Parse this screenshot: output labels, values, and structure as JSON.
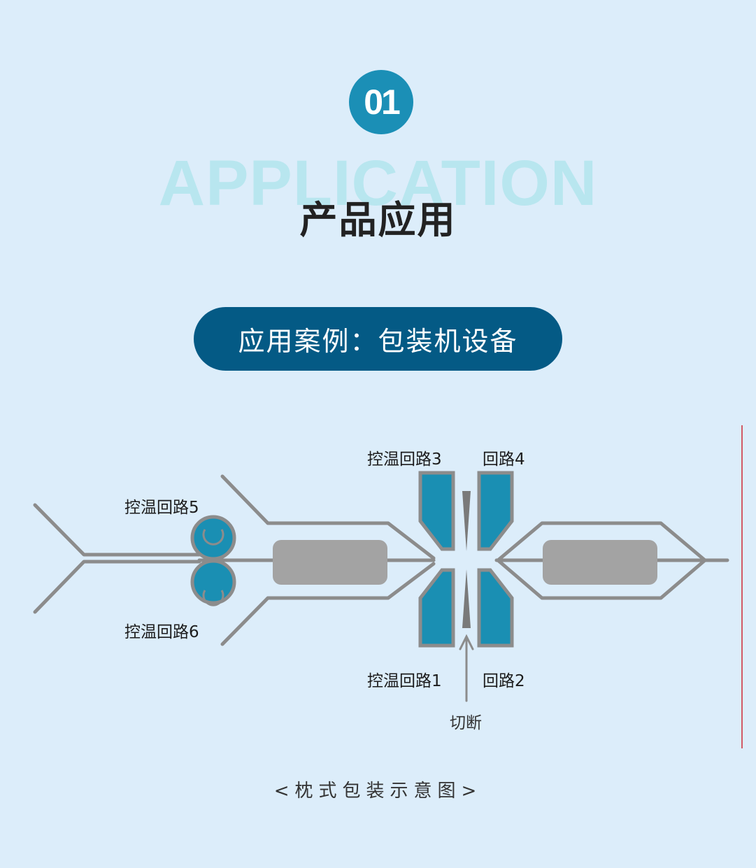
{
  "header": {
    "number": "01",
    "background_word": "APPLICATION",
    "title": "产品应用"
  },
  "case_label": "应用案例：包装机设备",
  "diagram": {
    "labels": {
      "loop3": "控温回路3",
      "loop4": "回路4",
      "loop5": "控温回路5",
      "loop6": "控温回路6",
      "loop1": "控温回路1",
      "loop2": "回路2",
      "cut": "切断"
    }
  },
  "caption": "<枕式包装示意图>",
  "colors": {
    "background": "#dcedfa",
    "accent": "#1b8fb6",
    "pill": "#045a85",
    "heater": "#1a8fb3",
    "line": "#8a8a8a"
  }
}
